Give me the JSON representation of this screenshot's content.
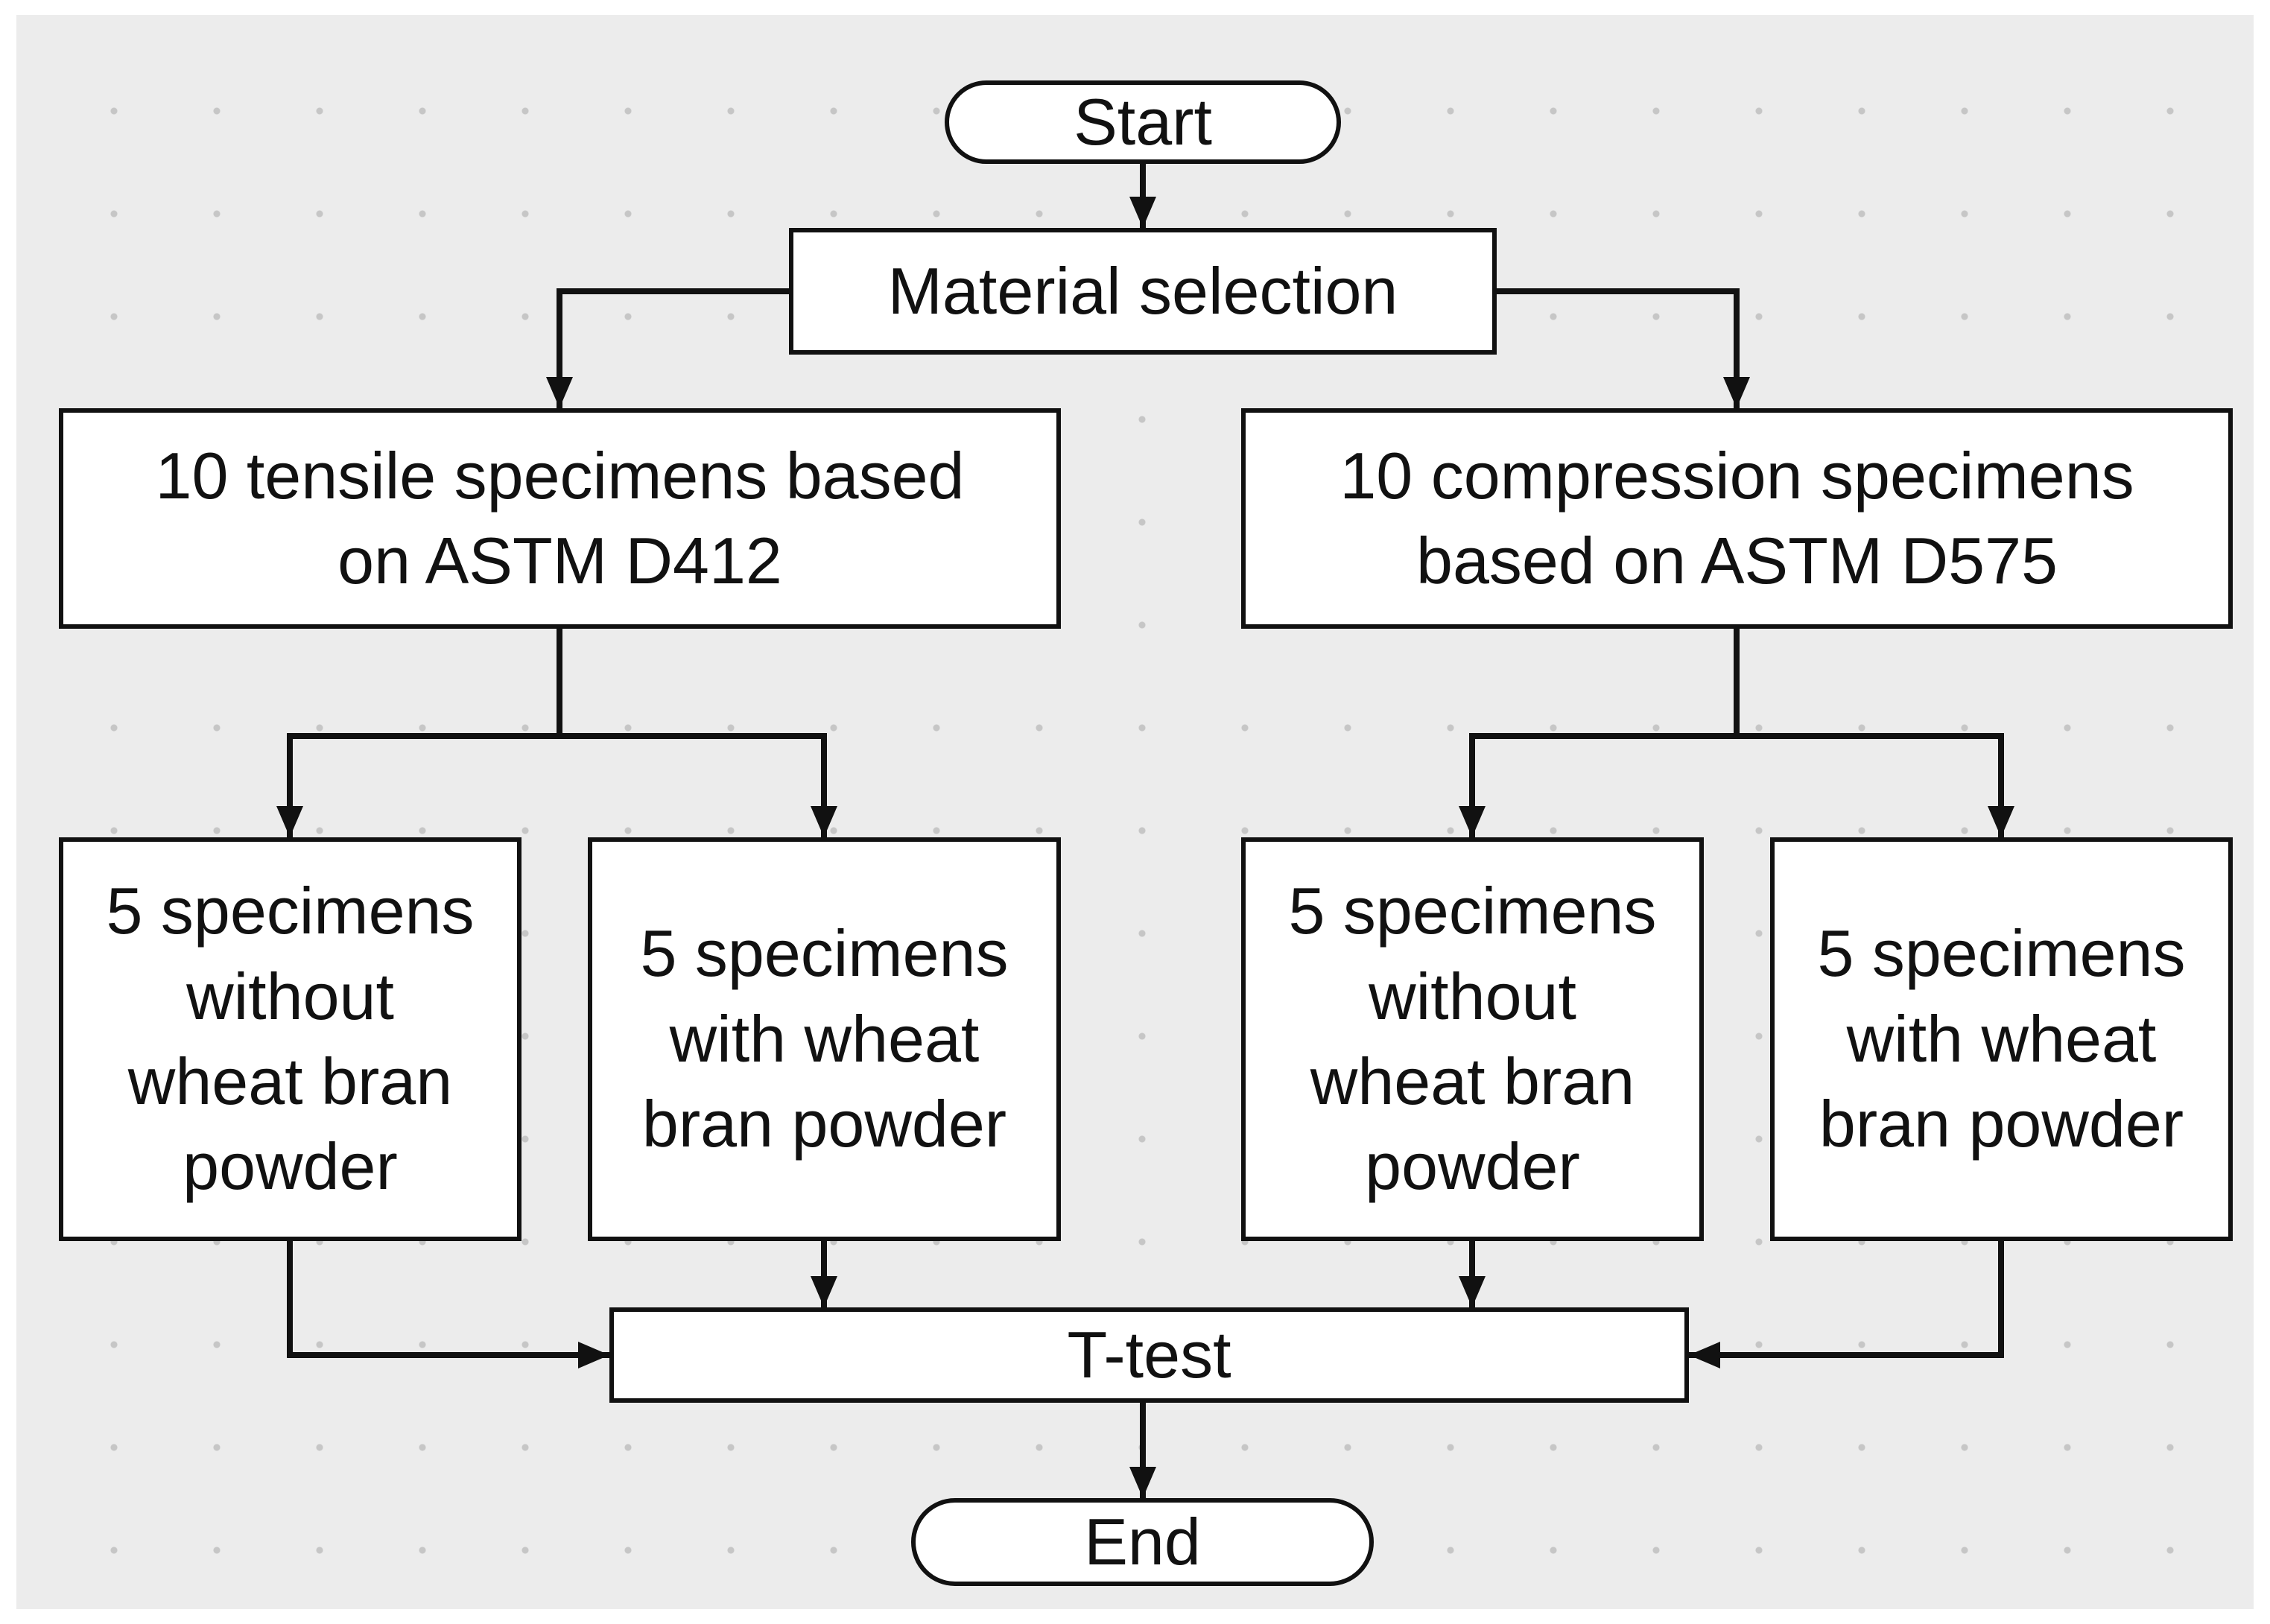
{
  "diagram": {
    "type": "flowchart",
    "nodes": {
      "start": {
        "label": "Start",
        "shape": "pill"
      },
      "material_selection": {
        "label": "Material selection",
        "shape": "rect"
      },
      "tensile": {
        "label": "10 tensile specimens based\non ASTM D412",
        "shape": "rect"
      },
      "compression": {
        "label": "10 compression specimens\nbased on ASTM D575",
        "shape": "rect"
      },
      "tensile_without": {
        "label": "5 specimens\nwithout\nwheat bran\npowder",
        "shape": "rect"
      },
      "tensile_with": {
        "label": "5 specimens\nwith wheat\nbran powder",
        "shape": "rect"
      },
      "compression_without": {
        "label": "5 specimens\nwithout\nwheat bran\npowder",
        "shape": "rect"
      },
      "compression_with": {
        "label": "5 specimens\nwith wheat\nbran powder",
        "shape": "rect"
      },
      "t_test": {
        "label": "T-test",
        "shape": "rect"
      },
      "end": {
        "label": "End",
        "shape": "pill"
      }
    },
    "edges": [
      {
        "from": "start",
        "to": "material_selection"
      },
      {
        "from": "material_selection",
        "to": "tensile"
      },
      {
        "from": "material_selection",
        "to": "compression"
      },
      {
        "from": "tensile",
        "to": "tensile_without"
      },
      {
        "from": "tensile",
        "to": "tensile_with"
      },
      {
        "from": "compression",
        "to": "compression_without"
      },
      {
        "from": "compression",
        "to": "compression_with"
      },
      {
        "from": "tensile_without",
        "to": "t_test"
      },
      {
        "from": "tensile_with",
        "to": "t_test"
      },
      {
        "from": "compression_without",
        "to": "t_test"
      },
      {
        "from": "compression_with",
        "to": "t_test"
      },
      {
        "from": "t_test",
        "to": "end"
      }
    ],
    "colors": {
      "node_fill": "#ffffff",
      "node_border": "#111111",
      "arrow": "#111111",
      "canvas_background": "#ececec",
      "grid_dot": "#c6c6c6",
      "page_background": "#ffffff"
    }
  }
}
